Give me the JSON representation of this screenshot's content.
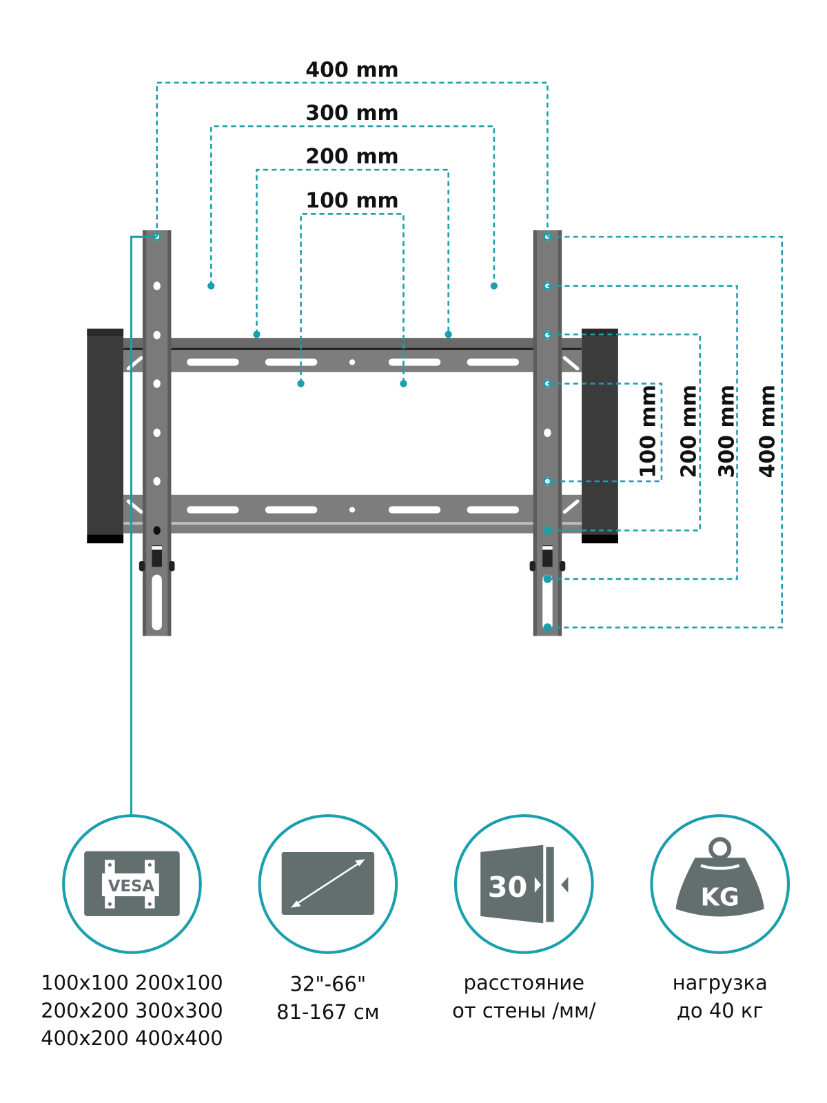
{
  "top_dimensions": [
    "400 mm",
    "300 mm",
    "200 mm",
    "100 mm"
  ],
  "side_dimensions": [
    "100 mm",
    "200 mm",
    "300 mm",
    "400 mm"
  ],
  "features": [
    {
      "icon": "vesa-icon",
      "icon_text": "VESA",
      "lines": [
        "100x100 200x100",
        "200x200 300x300",
        "400x200 400x400"
      ]
    },
    {
      "icon": "screen-diagonal-icon",
      "lines": [
        "32\"-66\"",
        "81-167 см"
      ]
    },
    {
      "icon": "wall-distance-icon",
      "icon_text": "30",
      "lines": [
        "расстояние",
        "от стены /мм/"
      ]
    },
    {
      "icon": "weight-icon",
      "icon_text": "KG",
      "lines": [
        "нагрузка",
        "до 40 кг"
      ]
    }
  ],
  "colors": {
    "accent": "#1a9fad",
    "icon_gray": "#636e6e",
    "metal": "#808080"
  }
}
